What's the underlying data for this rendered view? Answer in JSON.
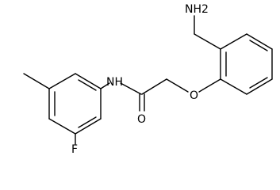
{
  "molecule": {
    "labels": {
      "amine": "NH2",
      "amide_nitrogen": "NH",
      "carbonyl_oxygen": "O",
      "ether_oxygen": "O",
      "fluorine": "F"
    }
  }
}
